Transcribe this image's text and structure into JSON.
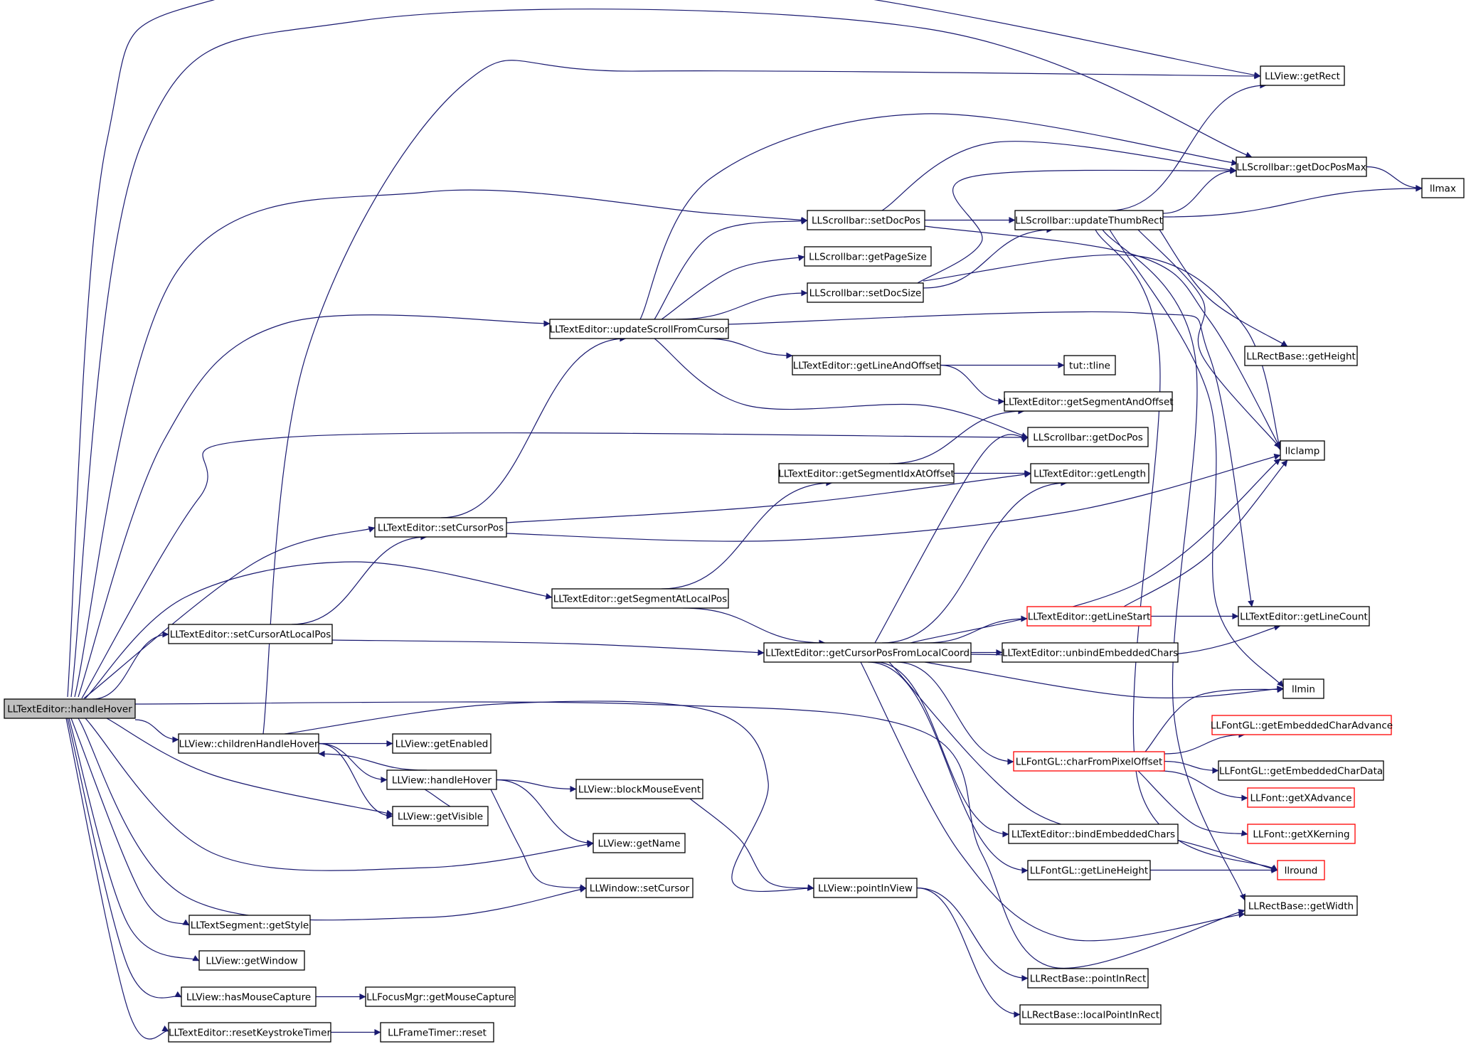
{
  "colors": {
    "edge": "#191970",
    "root_fill": "#bfbfbf",
    "node_border": "#000000",
    "external_border": "#ff0000",
    "node_fill": "#ffffff"
  },
  "nodes": [
    {
      "id": "n_root",
      "label": "LLTextEditor::handleHover",
      "kind": "root"
    },
    {
      "id": "n_getRect",
      "label": "LLView::getRect",
      "kind": "normal"
    },
    {
      "id": "n_getDocPosMax",
      "label": "LLScrollbar::getDocPosMax",
      "kind": "normal"
    },
    {
      "id": "n_llmax",
      "label": "llmax",
      "kind": "normal"
    },
    {
      "id": "n_setDocPos",
      "label": "LLScrollbar::setDocPos",
      "kind": "normal"
    },
    {
      "id": "n_updateThumbRect",
      "label": "LLScrollbar::updateThumbRect",
      "kind": "normal"
    },
    {
      "id": "n_getPageSize",
      "label": "LLScrollbar::getPageSize",
      "kind": "normal"
    },
    {
      "id": "n_setDocSize",
      "label": "LLScrollbar::setDocSize",
      "kind": "normal"
    },
    {
      "id": "n_updateScroll",
      "label": "LLTextEditor::updateScrollFromCursor",
      "kind": "normal"
    },
    {
      "id": "n_getHeight",
      "label": "LLRectBase::getHeight",
      "kind": "normal"
    },
    {
      "id": "n_getLineAndOffset",
      "label": "LLTextEditor::getLineAndOffset",
      "kind": "normal"
    },
    {
      "id": "n_tline",
      "label": "tut::tline",
      "kind": "normal"
    },
    {
      "id": "n_getSegmentAndOffset",
      "label": "LLTextEditor::getSegmentAndOffset",
      "kind": "normal"
    },
    {
      "id": "n_getDocPos",
      "label": "LLScrollbar::getDocPos",
      "kind": "normal"
    },
    {
      "id": "n_llclamp",
      "label": "llclamp",
      "kind": "normal"
    },
    {
      "id": "n_getSegIdx",
      "label": "LLTextEditor::getSegmentIdxAtOffset",
      "kind": "normal"
    },
    {
      "id": "n_getLength",
      "label": "LLTextEditor::getLength",
      "kind": "normal"
    },
    {
      "id": "n_setCursorPos",
      "label": "LLTextEditor::setCursorPos",
      "kind": "normal"
    },
    {
      "id": "n_getSegAtLocal",
      "label": "LLTextEditor::getSegmentAtLocalPos",
      "kind": "normal"
    },
    {
      "id": "n_setCursorAtLocal",
      "label": "LLTextEditor::setCursorAtLocalPos",
      "kind": "normal"
    },
    {
      "id": "n_getLineStart",
      "label": "LLTextEditor::getLineStart",
      "kind": "external"
    },
    {
      "id": "n_getLineCount",
      "label": "LLTextEditor::getLineCount",
      "kind": "normal"
    },
    {
      "id": "n_getCursorPos",
      "label": "LLTextEditor::getCursorPosFromLocalCoord",
      "kind": "normal"
    },
    {
      "id": "n_unbind",
      "label": "LLTextEditor::unbindEmbeddedChars",
      "kind": "normal"
    },
    {
      "id": "n_llmin",
      "label": "llmin",
      "kind": "normal"
    },
    {
      "id": "n_childrenHover",
      "label": "LLView::childrenHandleHover",
      "kind": "normal"
    },
    {
      "id": "n_getEnabled",
      "label": "LLView::getEnabled",
      "kind": "normal"
    },
    {
      "id": "n_getEmbAdvance",
      "label": "LLFontGL::getEmbeddedCharAdvance",
      "kind": "external"
    },
    {
      "id": "n_charFromPixel",
      "label": "LLFontGL::charFromPixelOffset",
      "kind": "external"
    },
    {
      "id": "n_getEmbData",
      "label": "LLFontGL::getEmbeddedCharData",
      "kind": "normal"
    },
    {
      "id": "n_handleHover",
      "label": "LLView::handleHover",
      "kind": "normal"
    },
    {
      "id": "n_blockMouse",
      "label": "LLView::blockMouseEvent",
      "kind": "normal"
    },
    {
      "id": "n_getXAdvance",
      "label": "LLFont::getXAdvance",
      "kind": "external"
    },
    {
      "id": "n_getVisible",
      "label": "LLView::getVisible",
      "kind": "normal"
    },
    {
      "id": "n_getXKerning",
      "label": "LLFont::getXKerning",
      "kind": "external"
    },
    {
      "id": "n_bind",
      "label": "LLTextEditor::bindEmbeddedChars",
      "kind": "normal"
    },
    {
      "id": "n_getName",
      "label": "LLView::getName",
      "kind": "normal"
    },
    {
      "id": "n_getLineHeight",
      "label": "LLFontGL::getLineHeight",
      "kind": "normal"
    },
    {
      "id": "n_llround",
      "label": "llround",
      "kind": "external"
    },
    {
      "id": "n_setCursor",
      "label": "LLWindow::setCursor",
      "kind": "normal"
    },
    {
      "id": "n_pointInView",
      "label": "LLView::pointInView",
      "kind": "normal"
    },
    {
      "id": "n_getWidth",
      "label": "LLRectBase::getWidth",
      "kind": "normal"
    },
    {
      "id": "n_getStyle",
      "label": "LLTextSegment::getStyle",
      "kind": "normal"
    },
    {
      "id": "n_getWindow",
      "label": "LLView::getWindow",
      "kind": "normal"
    },
    {
      "id": "n_hasMouseCapture",
      "label": "LLView::hasMouseCapture",
      "kind": "normal"
    },
    {
      "id": "n_getMouseCapture",
      "label": "LLFocusMgr::getMouseCapture",
      "kind": "normal"
    },
    {
      "id": "n_pointInRect",
      "label": "LLRectBase::pointInRect",
      "kind": "normal"
    },
    {
      "id": "n_localPointInRect",
      "label": "LLRectBase::localPointInRect",
      "kind": "normal"
    },
    {
      "id": "n_resetKeystroke",
      "label": "LLTextEditor::resetKeystrokeTimer",
      "kind": "normal"
    },
    {
      "id": "n_frameReset",
      "label": "LLFrameTimer::reset",
      "kind": "normal"
    }
  ],
  "edges": [
    [
      "n_root",
      "n_getRect"
    ],
    [
      "n_root",
      "n_getDocPosMax"
    ],
    [
      "n_root",
      "n_setDocPos"
    ],
    [
      "n_root",
      "n_updateScroll"
    ],
    [
      "n_root",
      "n_getDocPos"
    ],
    [
      "n_root",
      "n_setCursorPos"
    ],
    [
      "n_root",
      "n_getSegAtLocal"
    ],
    [
      "n_root",
      "n_setCursorAtLocal"
    ],
    [
      "n_root",
      "n_childrenHover"
    ],
    [
      "n_root",
      "n_getVisible"
    ],
    [
      "n_root",
      "n_getName"
    ],
    [
      "n_root",
      "n_setCursor"
    ],
    [
      "n_root",
      "n_getWidth"
    ],
    [
      "n_root",
      "n_getStyle"
    ],
    [
      "n_root",
      "n_getWindow"
    ],
    [
      "n_root",
      "n_hasMouseCapture"
    ],
    [
      "n_root",
      "n_resetKeystroke"
    ],
    [
      "n_setDocPos",
      "n_getDocPosMax"
    ],
    [
      "n_setDocPos",
      "n_updateThumbRect"
    ],
    [
      "n_setDocPos",
      "n_llclamp"
    ],
    [
      "n_updateThumbRect",
      "n_getRect"
    ],
    [
      "n_updateThumbRect",
      "n_getDocPosMax"
    ],
    [
      "n_updateThumbRect",
      "n_llmax"
    ],
    [
      "n_updateThumbRect",
      "n_getHeight"
    ],
    [
      "n_updateThumbRect",
      "n_llclamp"
    ],
    [
      "n_updateThumbRect",
      "n_llmin"
    ],
    [
      "n_updateThumbRect",
      "n_getWidth"
    ],
    [
      "n_updateThumbRect",
      "n_llround"
    ],
    [
      "n_getDocPosMax",
      "n_llmax"
    ],
    [
      "n_setDocSize",
      "n_getDocPosMax"
    ],
    [
      "n_setDocSize",
      "n_updateThumbRect"
    ],
    [
      "n_setDocSize",
      "n_llclamp"
    ],
    [
      "n_updateScroll",
      "n_getDocPosMax"
    ],
    [
      "n_updateScroll",
      "n_setDocPos"
    ],
    [
      "n_updateScroll",
      "n_getPageSize"
    ],
    [
      "n_updateScroll",
      "n_setDocSize"
    ],
    [
      "n_updateScroll",
      "n_getLineAndOffset"
    ],
    [
      "n_updateScroll",
      "n_getDocPos"
    ],
    [
      "n_updateScroll",
      "n_getLineCount"
    ],
    [
      "n_getLineAndOffset",
      "n_tline"
    ],
    [
      "n_getLineAndOffset",
      "n_getSegmentAndOffset"
    ],
    [
      "n_getSegIdx",
      "n_getSegmentAndOffset"
    ],
    [
      "n_getSegIdx",
      "n_getLength"
    ],
    [
      "n_setCursorPos",
      "n_updateScroll"
    ],
    [
      "n_setCursorPos",
      "n_getLength"
    ],
    [
      "n_setCursorPos",
      "n_llclamp"
    ],
    [
      "n_setCursorAtLocal",
      "n_setCursorPos"
    ],
    [
      "n_setCursorAtLocal",
      "n_getCursorPos"
    ],
    [
      "n_getSegAtLocal",
      "n_getSegIdx"
    ],
    [
      "n_getSegAtLocal",
      "n_getCursorPos"
    ],
    [
      "n_getCursorPos",
      "n_getDocPos"
    ],
    [
      "n_getCursorPos",
      "n_getLength"
    ],
    [
      "n_getCursorPos",
      "n_llclamp"
    ],
    [
      "n_getCursorPos",
      "n_getLineStart"
    ],
    [
      "n_getCursorPos",
      "n_getLineCount"
    ],
    [
      "n_getCursorPos",
      "n_unbind"
    ],
    [
      "n_getCursorPos",
      "n_llmin"
    ],
    [
      "n_getCursorPos",
      "n_charFromPixel"
    ],
    [
      "n_getCursorPos",
      "n_bind"
    ],
    [
      "n_getCursorPos",
      "n_getLineHeight"
    ],
    [
      "n_getCursorPos",
      "n_getWidth"
    ],
    [
      "n_getCursorPos",
      "n_llround"
    ],
    [
      "n_getLineStart",
      "n_getLineCount"
    ],
    [
      "n_getLineStart",
      "n_llclamp"
    ],
    [
      "n_charFromPixel",
      "n_llmin"
    ],
    [
      "n_charFromPixel",
      "n_getEmbAdvance"
    ],
    [
      "n_charFromPixel",
      "n_getEmbData"
    ],
    [
      "n_charFromPixel",
      "n_getXAdvance"
    ],
    [
      "n_charFromPixel",
      "n_getXKerning"
    ],
    [
      "n_getLineHeight",
      "n_llround"
    ],
    [
      "n_childrenHover",
      "n_getRect"
    ],
    [
      "n_childrenHover",
      "n_getEnabled"
    ],
    [
      "n_childrenHover",
      "n_handleHover"
    ],
    [
      "n_childrenHover",
      "n_getVisible"
    ],
    [
      "n_childrenHover",
      "n_pointInView"
    ],
    [
      "n_handleHover",
      "n_childrenHover"
    ],
    [
      "n_handleHover",
      "n_blockMouse"
    ],
    [
      "n_handleHover",
      "n_getVisible"
    ],
    [
      "n_handleHover",
      "n_getName"
    ],
    [
      "n_handleHover",
      "n_setCursor"
    ],
    [
      "n_blockMouse",
      "n_pointInView"
    ],
    [
      "n_pointInView",
      "n_pointInRect"
    ],
    [
      "n_pointInView",
      "n_localPointInRect"
    ],
    [
      "n_hasMouseCapture",
      "n_getMouseCapture"
    ],
    [
      "n_resetKeystroke",
      "n_frameReset"
    ]
  ]
}
